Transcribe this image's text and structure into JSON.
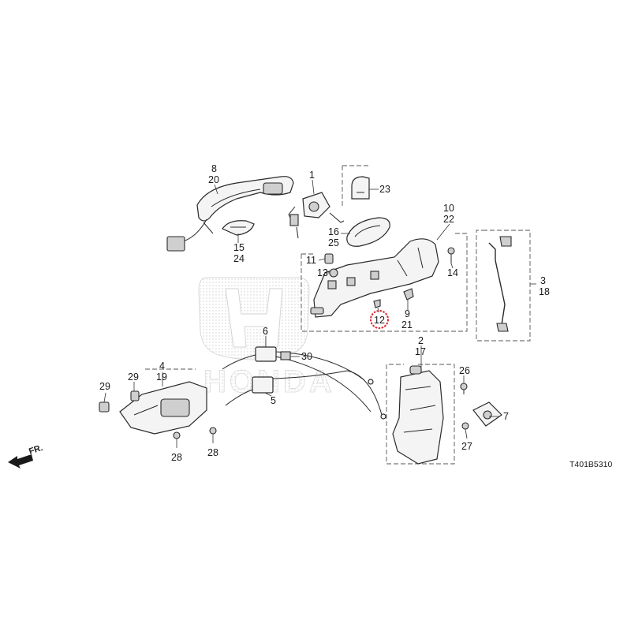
{
  "diagram": {
    "drawing_code": "T401B5310",
    "direction_label": "FR.",
    "watermark_text": "HONDA",
    "highlight_color": "#d9262c",
    "highlighted_part": "12",
    "callouts": [
      {
        "id": "c8",
        "text": "8"
      },
      {
        "id": "c20",
        "text": "20"
      },
      {
        "id": "c1",
        "text": "1"
      },
      {
        "id": "c23",
        "text": "23"
      },
      {
        "id": "c10",
        "text": "10"
      },
      {
        "id": "c22",
        "text": "22"
      },
      {
        "id": "c16",
        "text": "16"
      },
      {
        "id": "c25",
        "text": "25"
      },
      {
        "id": "c15",
        "text": "15"
      },
      {
        "id": "c24",
        "text": "24"
      },
      {
        "id": "c11",
        "text": "11"
      },
      {
        "id": "c13",
        "text": "13"
      },
      {
        "id": "c14",
        "text": "14"
      },
      {
        "id": "c9",
        "text": "9"
      },
      {
        "id": "c21",
        "text": "21"
      },
      {
        "id": "c12",
        "text": "12"
      },
      {
        "id": "c3",
        "text": "3"
      },
      {
        "id": "c18",
        "text": "18"
      },
      {
        "id": "c6",
        "text": "6"
      },
      {
        "id": "c30",
        "text": "30"
      },
      {
        "id": "c5",
        "text": "5"
      },
      {
        "id": "c2",
        "text": "2"
      },
      {
        "id": "c17",
        "text": "17"
      },
      {
        "id": "c26",
        "text": "26"
      },
      {
        "id": "c7",
        "text": "7"
      },
      {
        "id": "c27",
        "text": "27"
      },
      {
        "id": "c4",
        "text": "4"
      },
      {
        "id": "c19",
        "text": "19"
      },
      {
        "id": "c29a",
        "text": "29"
      },
      {
        "id": "c29b",
        "text": "29"
      },
      {
        "id": "c28a",
        "text": "28"
      },
      {
        "id": "c28b",
        "text": "28"
      }
    ]
  }
}
